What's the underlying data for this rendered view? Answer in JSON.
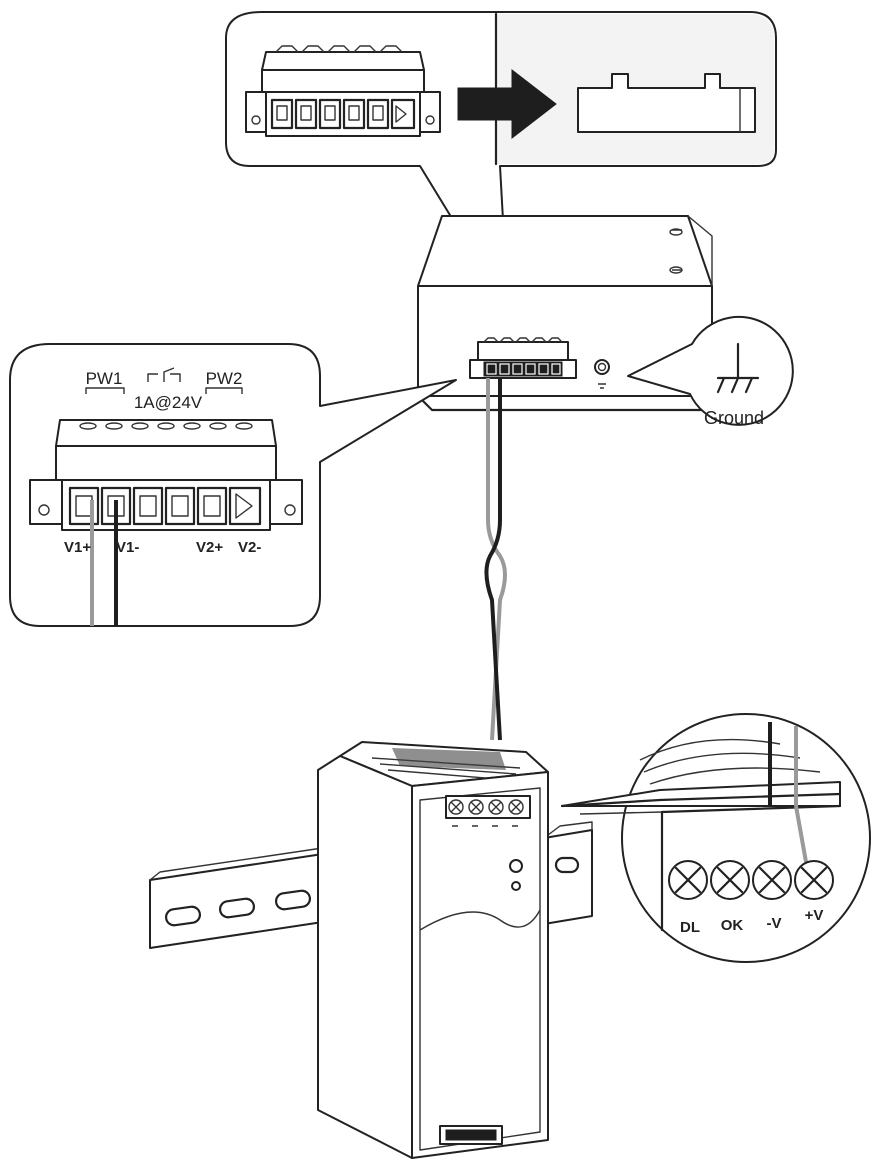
{
  "connector_callout": {
    "labels_top": {
      "pw1": "PW1",
      "relay": "1A@24V",
      "pw2": "PW2"
    },
    "labels_bottom": [
      "V1+",
      "V1-",
      "V2+",
      "V2-"
    ]
  },
  "ground_callout": {
    "label": "Ground"
  },
  "psu_callout": {
    "terminals": [
      "DL",
      "OK",
      "-V",
      "+V"
    ]
  },
  "icons": [
    "connector-arrow-icon",
    "ground-symbol-icon",
    "relay-symbol-icon",
    "terminal-screw-icon"
  ],
  "colors": {
    "stroke": "#222222",
    "wire_black": "#1e1e1e",
    "wire_gray": "#9a9a9a",
    "bezel": "#eeeeee"
  }
}
